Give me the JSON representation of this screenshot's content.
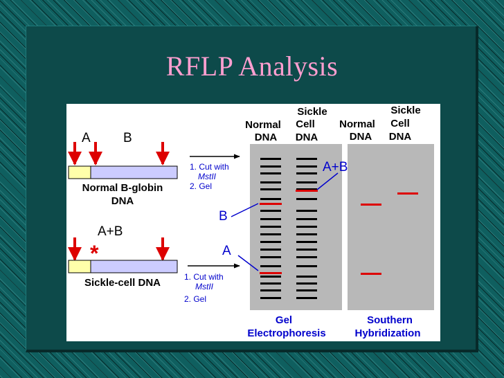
{
  "slide": {
    "title": "RFLP Analysis"
  },
  "figure": {
    "normal": {
      "site_a": "A",
      "site_b": "B",
      "label_line1": "Normal B-globin",
      "label_line2": "DNA"
    },
    "sickle": {
      "fragment_label": "A+B",
      "mutation_mark": "*",
      "label": "Sickle-cell DNA"
    },
    "procedure": {
      "step1": "1. Cut with",
      "enzyme": "MstII",
      "step2": "2. Gel"
    },
    "lane_headers": {
      "normal_gel": [
        "Normal",
        "DNA"
      ],
      "sickle_gel": [
        "Sickle",
        "Cell",
        "DNA"
      ],
      "normal_southern": [
        "Normal",
        "DNA"
      ],
      "sickle_southern": [
        "Sickle",
        "Cell",
        "DNA"
      ]
    },
    "band_labels": {
      "a_plus_b": "A+B",
      "b": "B",
      "a": "A"
    },
    "panel_labels": {
      "gel": [
        "Gel",
        "Electrophoresis"
      ],
      "southern": [
        "Southern",
        "Hybridization"
      ]
    },
    "colors": {
      "background": "#ffffff",
      "gel_panel": "#b8b8b8",
      "band": "#000000",
      "highlight_band": "#dd0000",
      "arrow": "#dd0000",
      "probe_region": "#ffffaa",
      "gene_region": "#ccccff",
      "text": "#000000",
      "pointer": "#0000cc"
    }
  }
}
